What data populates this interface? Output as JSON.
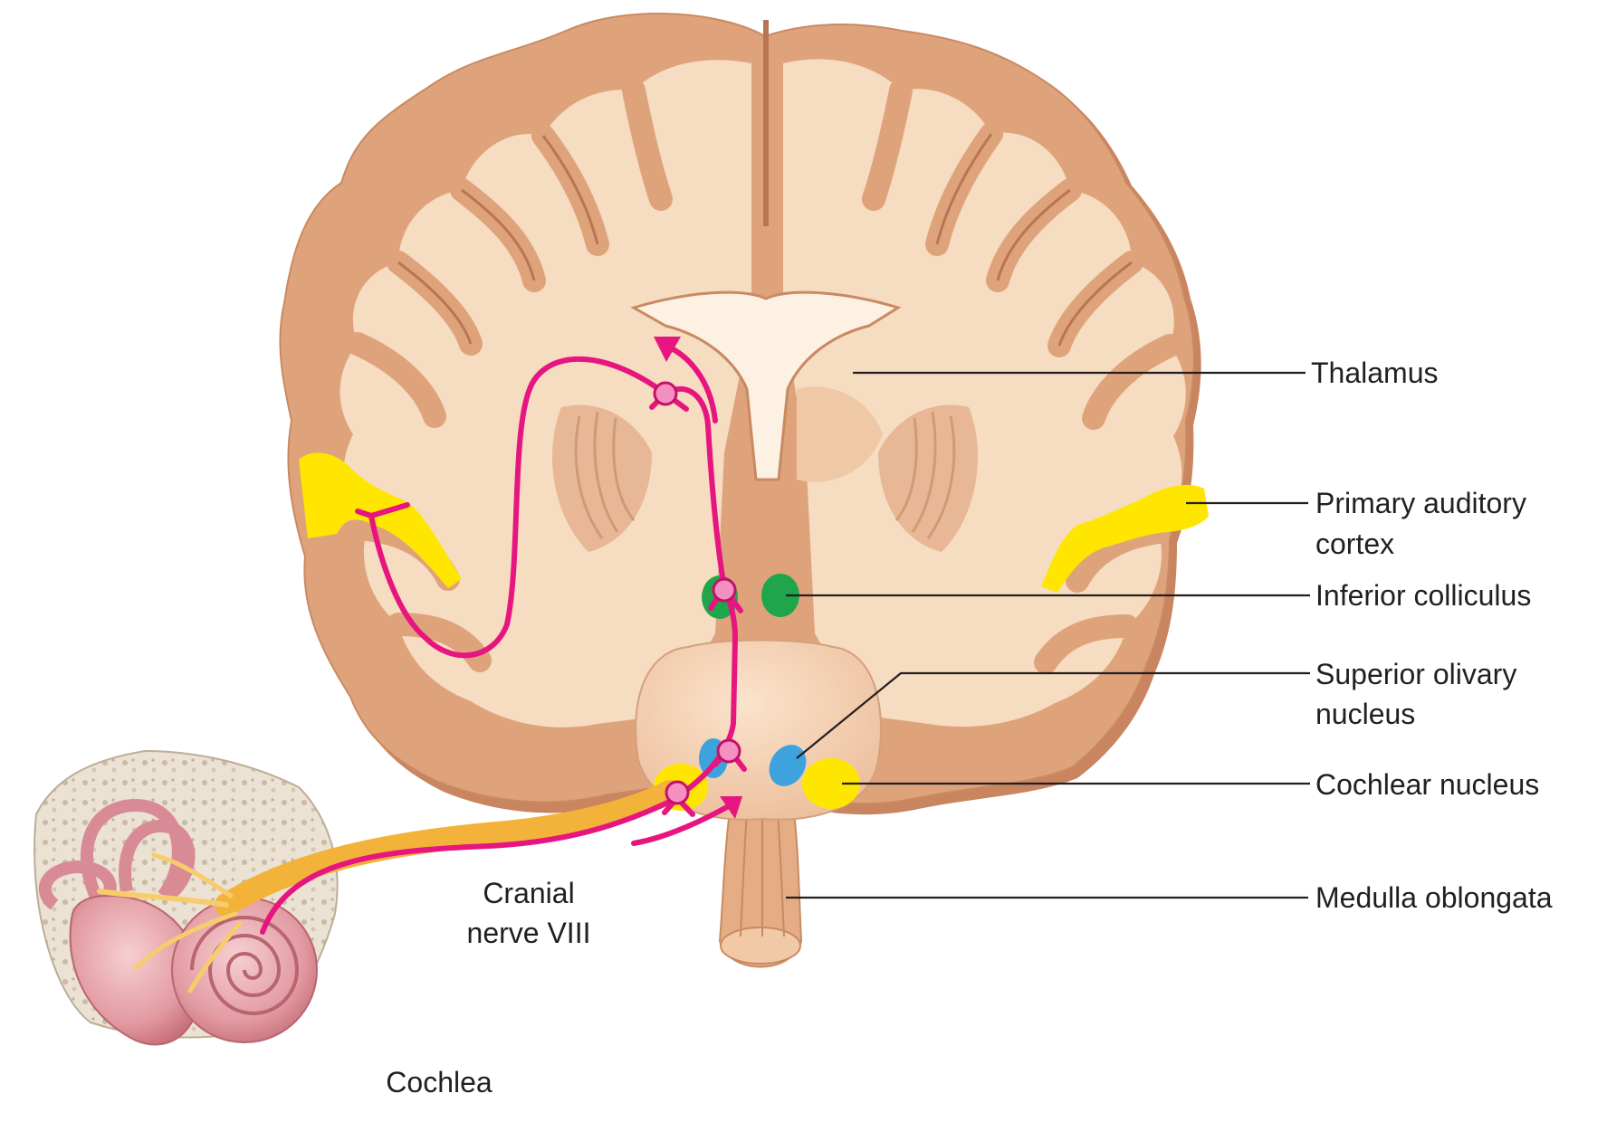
{
  "labels": {
    "thalamus": "Thalamus",
    "primary_auditory_cortex_line1": "Primary auditory",
    "primary_auditory_cortex_line2": "cortex",
    "inferior_colliculus": "Inferior colliculus",
    "superior_olivary_nucleus_line1": "Superior olivary",
    "superior_olivary_nucleus_line2": "nucleus",
    "cochlear_nucleus": "Cochlear nucleus",
    "medulla_oblongata": "Medulla oblongata",
    "cranial_nerve_line1": "Cranial",
    "cranial_nerve_line2": "nerve VIII",
    "cochlea": "Cochlea"
  },
  "colors": {
    "cortex_gray": "#dfa37c",
    "white_matter": "#f6dcc0",
    "pathway": "#e6157f",
    "auditory_cortex": "#ffe600",
    "inferior_colliculus": "#1fa64b",
    "superior_olivary": "#3ea3dc",
    "cochlear_nucleus": "#ffe600",
    "nerve": "#f3b23a",
    "cochlea": "#e6a2a8",
    "bone": "#ece4d6"
  }
}
